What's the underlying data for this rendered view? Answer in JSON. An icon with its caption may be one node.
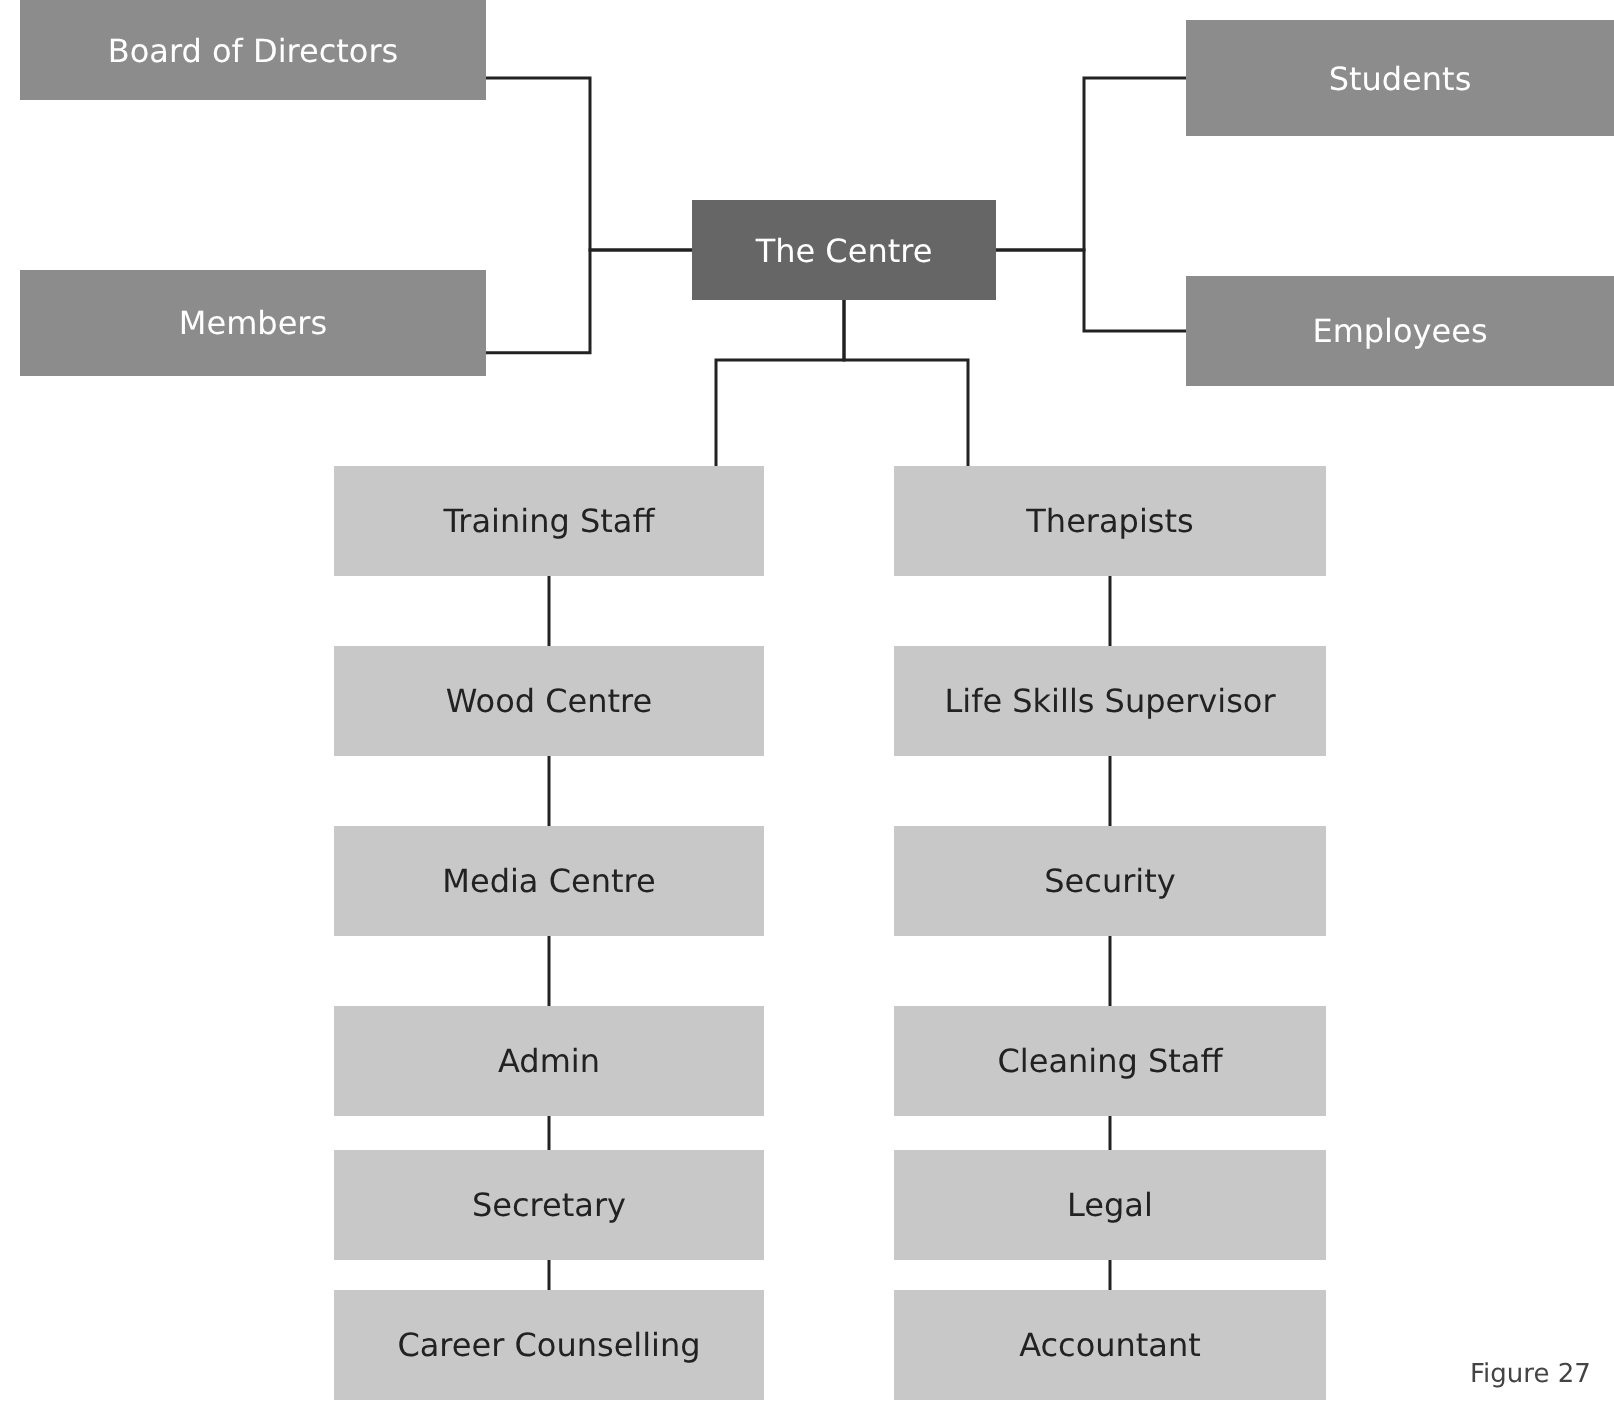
{
  "diagram": {
    "nodes": [
      {
        "text": [
          "Board of Directors"
        ]
      },
      {
        "text": [
          "Members"
        ]
      },
      {
        "text": [
          "The Centre"
        ]
      },
      {
        "text": [
          "Students"
        ]
      },
      {
        "text": [
          "Employees"
        ]
      },
      {
        "text": [
          "Training Staff"
        ]
      },
      {
        "text": [
          "Therapists"
        ]
      },
      {
        "text": [
          "Wood Centre"
        ]
      },
      {
        "text": [
          "Life Skills Supervisor"
        ]
      },
      {
        "text": [
          "Media Centre"
        ]
      },
      {
        "text": [
          "Security"
        ]
      },
      {
        "text": [
          "Admin"
        ]
      },
      {
        "text": [
          "Cleaning Staff"
        ]
      },
      {
        "text": [
          "Secretary"
        ]
      },
      {
        "text": [
          "Legal"
        ]
      },
      {
        "text": [
          "Career Counselling"
        ]
      },
      {
        "text": [
          "Accountant"
        ]
      }
    ],
    "edges": [
      {
        "from": 0,
        "to": 2,
        "arrow": "none"
      },
      {
        "from": 1,
        "to": 2,
        "arrow": "none"
      },
      {
        "from": 2,
        "to": 3,
        "arrow": "none"
      },
      {
        "from": 2,
        "to": 4,
        "arrow": "none"
      },
      {
        "from": 2,
        "to": 5,
        "arrow": "none"
      },
      {
        "from": 2,
        "to": 6,
        "arrow": "none"
      },
      {
        "from": 5,
        "to": 7,
        "arrow": "none"
      },
      {
        "from": 7,
        "to": 9,
        "arrow": "none"
      },
      {
        "from": 9,
        "to": 11,
        "arrow": "none"
      },
      {
        "from": 11,
        "to": 13,
        "arrow": "none"
      },
      {
        "from": 13,
        "to": 15,
        "arrow": "none"
      },
      {
        "from": 6,
        "to": 8,
        "arrow": "none"
      },
      {
        "from": 8,
        "to": 10,
        "arrow": "none"
      },
      {
        "from": 10,
        "to": 12,
        "arrow": "none"
      },
      {
        "from": 12,
        "to": 14,
        "arrow": "none"
      },
      {
        "from": 14,
        "to": 16,
        "arrow": "none"
      }
    ],
    "labels": [
      "Figure 27"
    ]
  }
}
